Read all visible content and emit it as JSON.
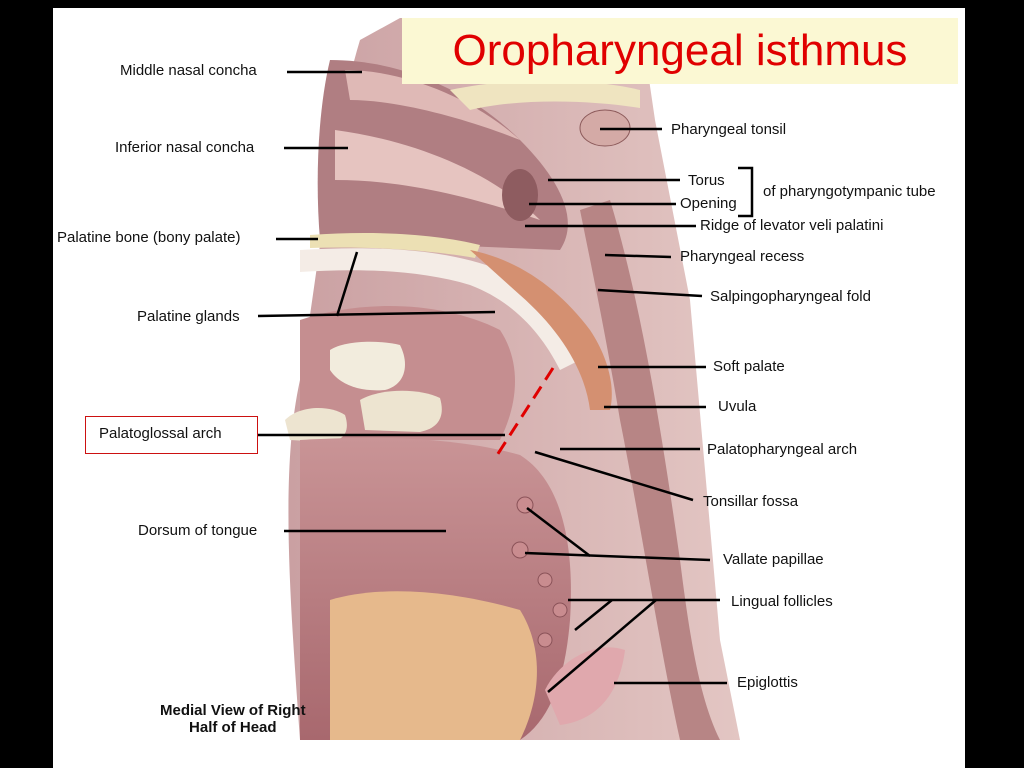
{
  "title": "Oropharyngeal isthmus",
  "caption": {
    "line1": "Medial View of Right",
    "line2": "Half of Head"
  },
  "labels": {
    "middle_nasal_concha": "Middle nasal concha",
    "inferior_nasal_concha": "Inferior nasal concha",
    "palatine_bone": "Palatine bone (bony palate)",
    "palatine_glands": "Palatine glands",
    "palatoglossal_arch": "Palatoglossal arch",
    "dorsum_of_tongue": "Dorsum of tongue",
    "pharyngeal_tonsil": "Pharyngeal tonsil",
    "torus": "Torus",
    "opening": "Opening",
    "of_pharyngotympanic_tube": "of pharyngotympanic tube",
    "ridge_levator": "Ridge of levator veli palatini",
    "pharyngeal_recess": "Pharyngeal recess",
    "salpingopharyngeal_fold": "Salpingopharyngeal fold",
    "soft_palate": "Soft palate",
    "uvula": "Uvula",
    "palatopharyngeal_arch": "Palatopharyngeal arch",
    "tonsillar_fossa": "Tonsillar fossa",
    "vallate_papillae": "Vallate papillae",
    "lingual_follicles": "Lingual follicles",
    "epiglottis": "Epiglottis"
  },
  "colors": {
    "title_text": "#e00000",
    "title_bg": "#fbf8d3",
    "highlight_border": "#cc1111",
    "isthmus_marker": "#e00000",
    "tissue": "#d9a7a7",
    "tongue": "#b97c80",
    "muscle": "#e6b98c"
  }
}
